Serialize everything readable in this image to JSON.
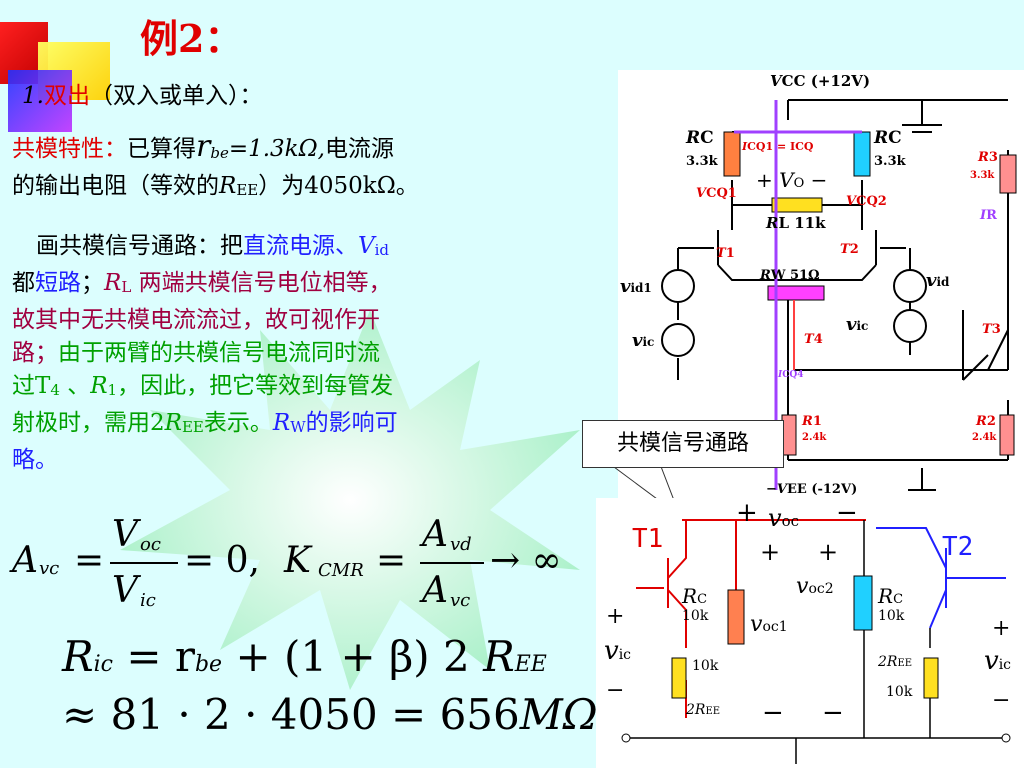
{
  "title": "例2：",
  "line1": {
    "num": "1.",
    "a": "双出",
    "b": "（双入或单入）："
  },
  "para1": {
    "label": "共模特性：",
    "t1": "已算得",
    "rbe": "r",
    "rbe_sub": "be",
    "rbe_val": "=1.3kΩ,",
    "t2": "电流源",
    "t3": "的输出电阻（等效的",
    "ree": "R",
    "ree_sub": "EE",
    "t4": "）为4050kΩ。"
  },
  "para2": {
    "l1a": "画共模信号通路：把",
    "l1b": "直流电源、",
    "l1c": "V",
    "l1c_sub": "id",
    "l2a": "都",
    "l2b": "短路",
    "l2c": "；",
    "l2d": "R",
    "l2d_sub": "L",
    "l2e": " 两端共模信号电位相等，",
    "l3": "故其中无共模电流流过，故可视作开",
    "l4a": "路；",
    "l4b": "由于两臂的共模信号电流同时流",
    "l5a": "过T",
    "l5a_sub": "4",
    "l5b": " 、",
    "l5c": "R",
    "l5c_sub": "1",
    "l5d": "，因此，把它等效到每管发",
    "l6a": "射极时，需用2",
    "l6b": "R",
    "l6b_sub": "EE",
    "l6c": "表示。",
    "l6d": "R",
    "l6d_sub": "W",
    "l6e": "的影响可",
    "l7": "略。"
  },
  "eq1": {
    "avc": "A",
    "avc_sub": "vc",
    "eq": "=",
    "num": "V",
    "num_sub": "oc",
    "den": "V",
    "den_sub": "ic",
    "res": "= 0,",
    "kcmr": "K",
    "kcmr_sub": "CMR",
    "eq2": "=",
    "num2": "A",
    "num2_sub": "vd",
    "den2": "A",
    "den2_sub": "vc",
    "arrow": "→ ∞"
  },
  "eq2": {
    "lhs": "R",
    "lhs_sub": "ic",
    "rhs": "= r",
    "rhs_sub": "be",
    "rest": "+ (1 + β) 2 ",
    "ree": "R",
    "ree_sub": "EE"
  },
  "eq3": {
    "text": "≈ 81 · 2 · 4050 = 656",
    "unit": "MΩ"
  },
  "callout": "共模信号通路",
  "circuit1": {
    "vcc": "V",
    "vcc_sub": "CC",
    "vcc_val": "(+12V)",
    "rc_left": "R",
    "rc_sub": "C",
    "rc_val": "3.3k",
    "rc_right": "R",
    "rc_right_val": "3.3k",
    "icq": "I",
    "icq_text": "CQ1 = I",
    "icq_sub2": "CQ",
    "vo_plus": "+",
    "vo": "V",
    "vo_sub": "O",
    "vo_minus": "−",
    "vcq1": "V",
    "vcq1_sub": "CQ1",
    "vcq2": "V",
    "vcq2_sub": "CQ2",
    "rl": "R",
    "rl_sub": "L",
    "rl_val": "11k",
    "t1": "T",
    "t1_sub": "1",
    "t2": "T",
    "t2_sub": "2",
    "rw": "R",
    "rw_sub": "W",
    "rw_val": "51Ω",
    "vid1": "v",
    "vid1_sub": "id1",
    "vid": "v",
    "vid_sub": "id",
    "vic": "v",
    "vic_sub": "ic",
    "t3": "T",
    "t3_sub": "3",
    "t4": "T",
    "t4_sub": "4",
    "r3": "R",
    "r3_sub": "3",
    "r3_val": "3.3k",
    "ir": "I",
    "ir_sub": "R",
    "icq4": "I",
    "icq4_sub": "CQ4",
    "r1": "R",
    "r1_sub": "1",
    "r1_val": "2.4k",
    "r2": "R",
    "r2_sub": "2",
    "r2_val": "2.4k",
    "vee": "−V",
    "vee_sub": "EE",
    "vee_val": "(-12V)"
  },
  "circuit2": {
    "plus_top": "+",
    "voc": "v",
    "voc_sub": "oc",
    "minus_top": "−",
    "t1": "T",
    "t1_sub": "1",
    "t2": "T",
    "t2_sub": "2",
    "plus_l": "+",
    "plus_r": "+",
    "voc2": "v",
    "voc2_sub": "oc2",
    "rc_l": "R",
    "rc_l_sub": "C",
    "rc_l_val": "10k",
    "voc1": "v",
    "voc1_sub": "oc1",
    "rc_r": "R",
    "rc_r_sub": "C",
    "rc_r_val": "10k",
    "vic_l": "v",
    "vic_l_sub": "ic",
    "vic_r": "v",
    "vic_r_sub": "ic",
    "plus_vl": "+",
    "minus_vl": "−",
    "plus_vr": "+",
    "minus_vr": "−",
    "r_l_val": "10k",
    "ree_l": "2R",
    "ree_l_sub": "EE",
    "ree_r": "2R",
    "ree_r_sub": "EE",
    "r_r_val": "10k",
    "minus_b1": "−",
    "minus_b2": "−"
  },
  "colors": {
    "bg": "#dcfefe",
    "red": "#e00000",
    "blue": "#2020ff",
    "green": "#00a000",
    "star": "#aaf5d0"
  }
}
